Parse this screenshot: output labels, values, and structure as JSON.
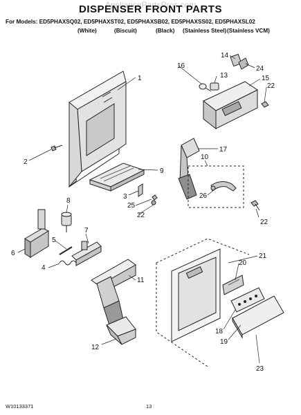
{
  "watermark": "AppliancePartsPros.com",
  "header": {
    "title": "DISPENSER FRONT PARTS",
    "models_line": "For Models: ED5PHAXSQ02, ED5PHAXST02, ED5PHAXSB02, ED5PHAXSS02, ED5PHAXSL02",
    "colors": [
      "(White)",
      "(Biscuit)",
      "(Black)",
      "(Stainless Steel)",
      "(Stainless VCM)"
    ]
  },
  "callouts": {
    "c1": "1",
    "c2": "2",
    "c3": "3",
    "c4": "4",
    "c5": "5",
    "c6": "6",
    "c7": "7",
    "c8": "8",
    "c9": "9",
    "c10": "10",
    "c11": "11",
    "c12": "12",
    "c13": "13",
    "c14": "14",
    "c15": "15",
    "c16": "16",
    "c17": "17",
    "c18": "18",
    "c19": "19",
    "c20": "20",
    "c21": "21",
    "c22a": "22",
    "c22b": "22",
    "c22c": "22",
    "c23": "23",
    "c24": "24",
    "c25": "25",
    "c26": "26"
  },
  "footer": {
    "doc_number": "W10133371",
    "page_number": "13"
  }
}
